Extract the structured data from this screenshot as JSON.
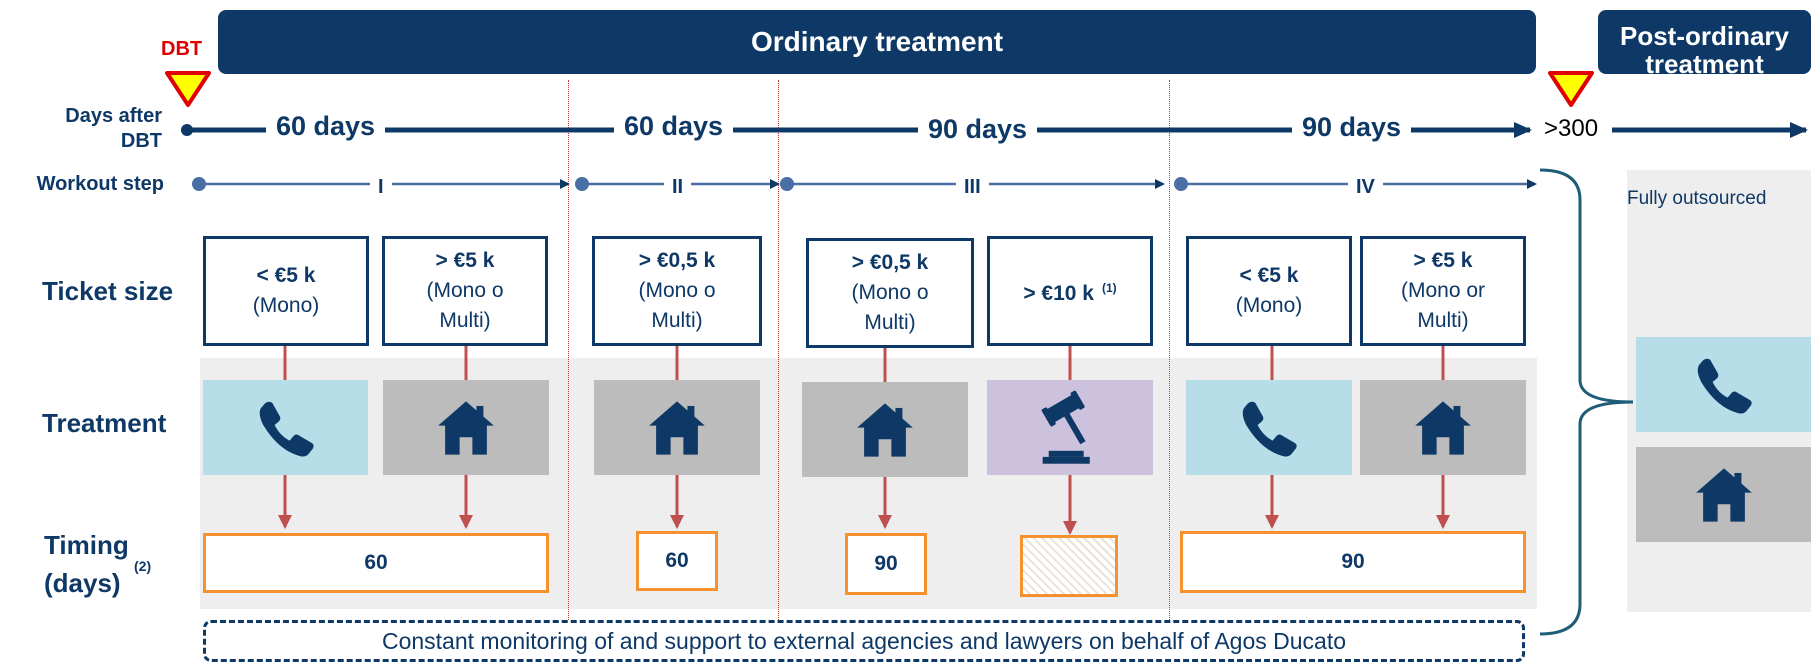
{
  "header": {
    "ordinary_title": "Ordinary treatment",
    "post_title": "Post-ordinary treatment",
    "dbt_label": "DBT"
  },
  "rows": {
    "days_after_dbt": "Days after DBT",
    "workout_step": "Workout step",
    "ticket_size": "Ticket size",
    "treatment": "Treatment",
    "timing": "Timing",
    "timing_unit": "(days)",
    "timing_note": "(2)"
  },
  "days_segments": [
    "60 days",
    "60 days",
    "90 days",
    "90 days"
  ],
  "days_end": ">300",
  "workout_steps": [
    "I",
    "II",
    "III",
    "IV"
  ],
  "tickets": [
    {
      "amount": "< €5 k",
      "detail": "(Mono)",
      "treatment": "phone-icon"
    },
    {
      "amount": "> €5 k",
      "detail": "(Mono o Multi)",
      "treatment": "house-icon"
    },
    {
      "amount": "> €0,5 k",
      "detail": "(Mono o Multi)",
      "treatment": "house-icon"
    },
    {
      "amount": "> €0,5 k",
      "detail": "(Mono o Multi)",
      "treatment": "house-icon"
    },
    {
      "amount": "> €10 k",
      "note": "(1)",
      "detail": "",
      "treatment": "gavel-icon"
    },
    {
      "amount": "< €5 k",
      "detail": "(Mono)",
      "treatment": "phone-icon"
    },
    {
      "amount": "> €5 k",
      "detail": "(Mono or Multi)",
      "treatment": "house-icon"
    }
  ],
  "timings": [
    "60",
    "60",
    "90",
    "",
    "90"
  ],
  "monitoring_text": "Constant monitoring of and support to external agencies and lawyers on behalf of Agos Ducato",
  "post_ordinary": {
    "label": "Fully outsourced",
    "treatments": [
      "phone-icon",
      "house-icon"
    ]
  },
  "colors": {
    "navy": "#0e3866",
    "arrow_red": "#c0504d",
    "timing_orange": "#f5922f",
    "phone_tile": "#b7dee8",
    "house_tile": "#bcbcbc",
    "gavel_tile": "#ccc2dd",
    "dbt_marker": "#ffff00"
  }
}
